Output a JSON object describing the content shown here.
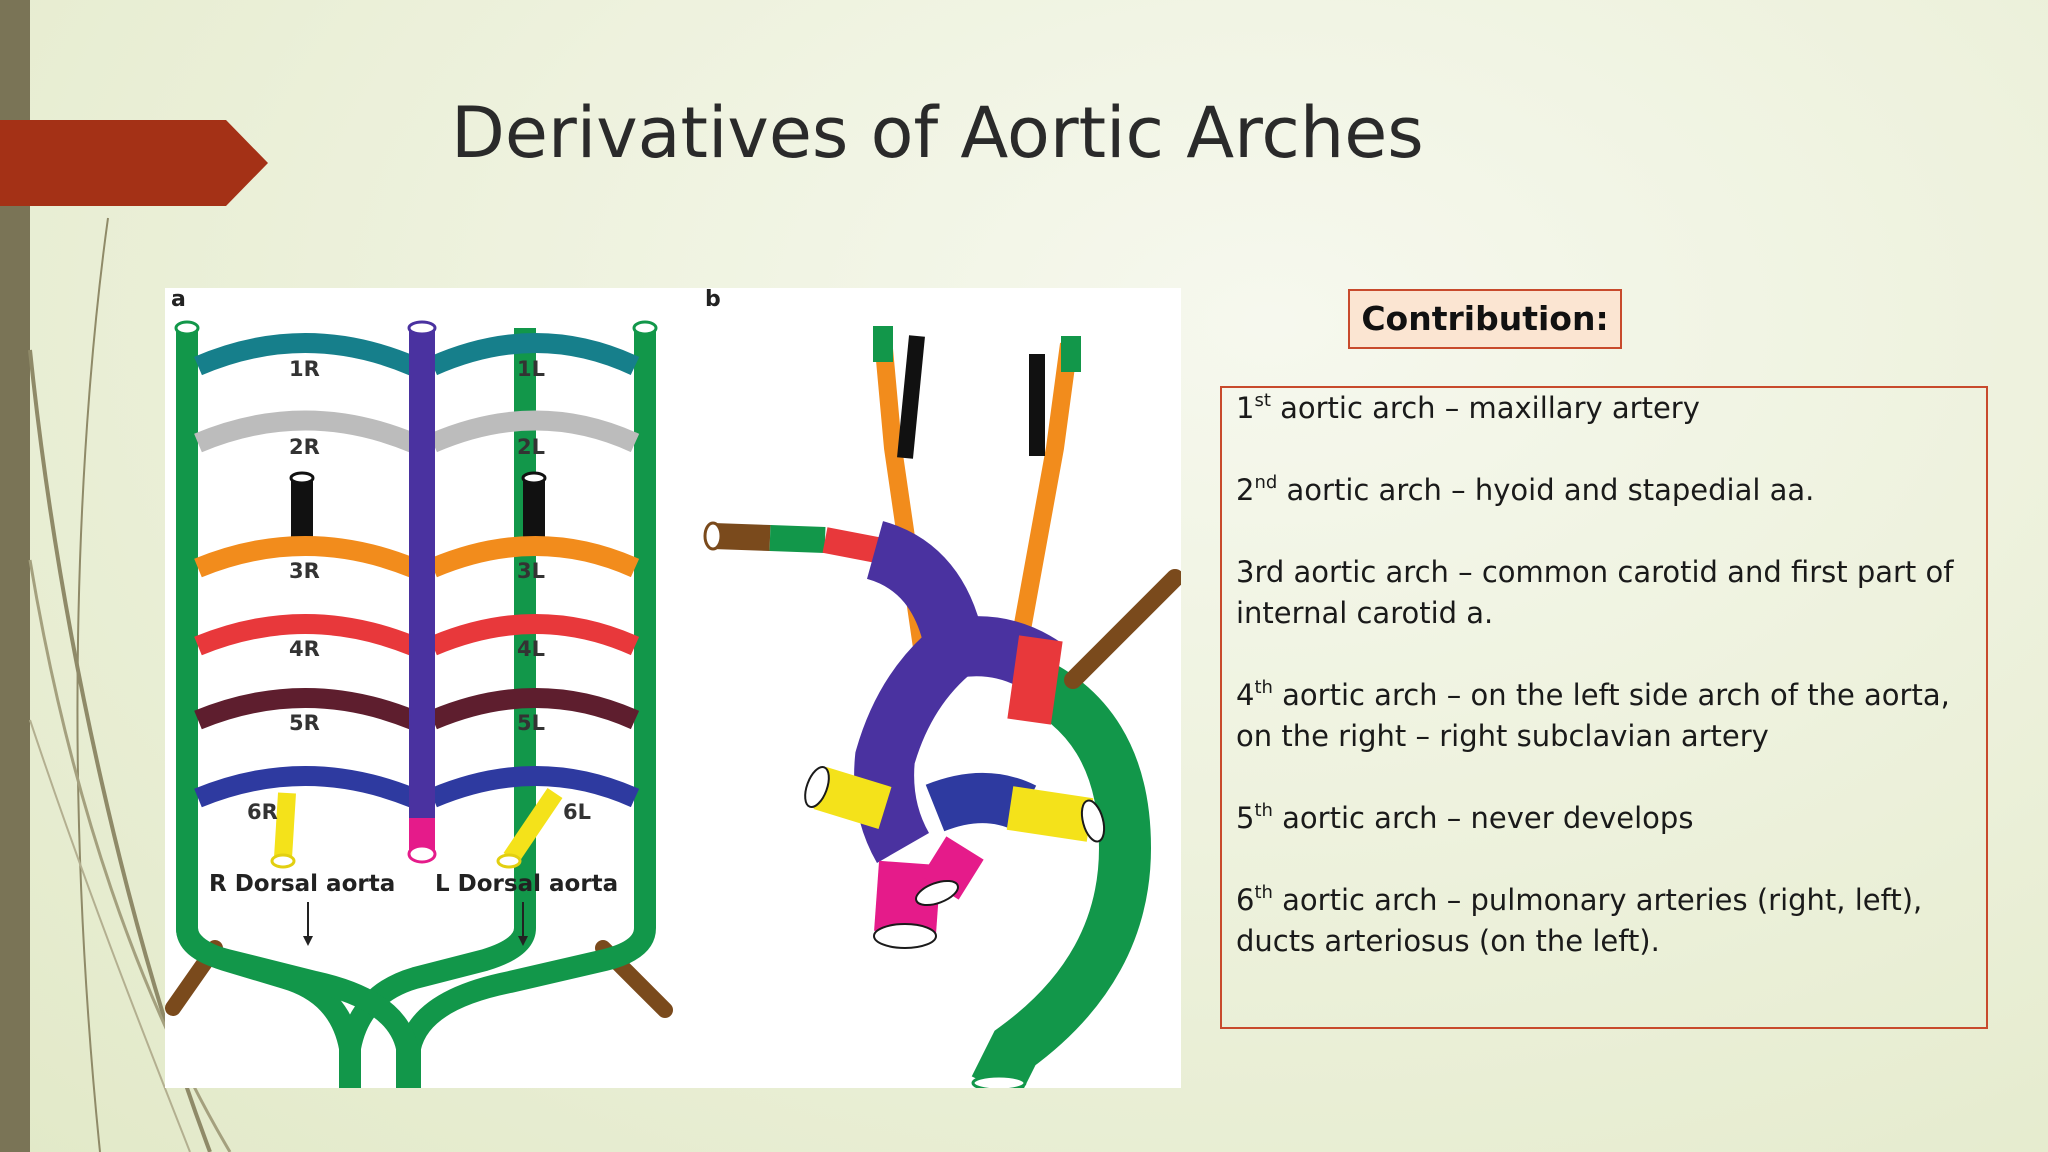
{
  "slide": {
    "title": "Derivatives of Aortic Arches",
    "contribution_label": "Contribution:",
    "items": [
      {
        "num": "1",
        "sup": "st",
        "text": " aortic arch – maxillary artery"
      },
      {
        "num": "2",
        "sup": "nd",
        "text": " aortic arch – hyoid and stapedial aa."
      },
      {
        "num": "3rd",
        "sup": "",
        "text": " aortic arch – common carotid and first part of internal carotid a."
      },
      {
        "num": "4",
        "sup": "th",
        "text": " aortic arch – on the left side arch of the aorta, on the right – right subclavian artery"
      },
      {
        "num": "5",
        "sup": "th",
        "text": " aortic arch – never develops"
      },
      {
        "num": "6",
        "sup": "th",
        "text": " aortic arch – pulmonary arteries (right, left), ducts arteriosus (on the left)."
      }
    ]
  },
  "figure": {
    "panel_a_letter": "a",
    "panel_b_letter": "b",
    "arch_labels_right": [
      "1R",
      "2R",
      "3R",
      "4R",
      "5R",
      "6R"
    ],
    "arch_labels_left": [
      "1L",
      "2L",
      "3L",
      "4L",
      "5L",
      "6L"
    ],
    "right_dorsal_label": "R Dorsal aorta",
    "left_dorsal_label": "L Dorsal aorta"
  },
  "colors": {
    "accent_tab": "#a43116",
    "left_band": "#7a7456",
    "box_border": "#c84a2c",
    "arch1": "#167f8b",
    "arch2": "#bcbcbc",
    "arch3": "#f28c1c",
    "arch4": "#e8383b",
    "arch5": "#5e1e2e",
    "arch6": "#2e3aa0",
    "dorsal_aorta": "#12974a",
    "truncus": "#4a32a0"
  }
}
